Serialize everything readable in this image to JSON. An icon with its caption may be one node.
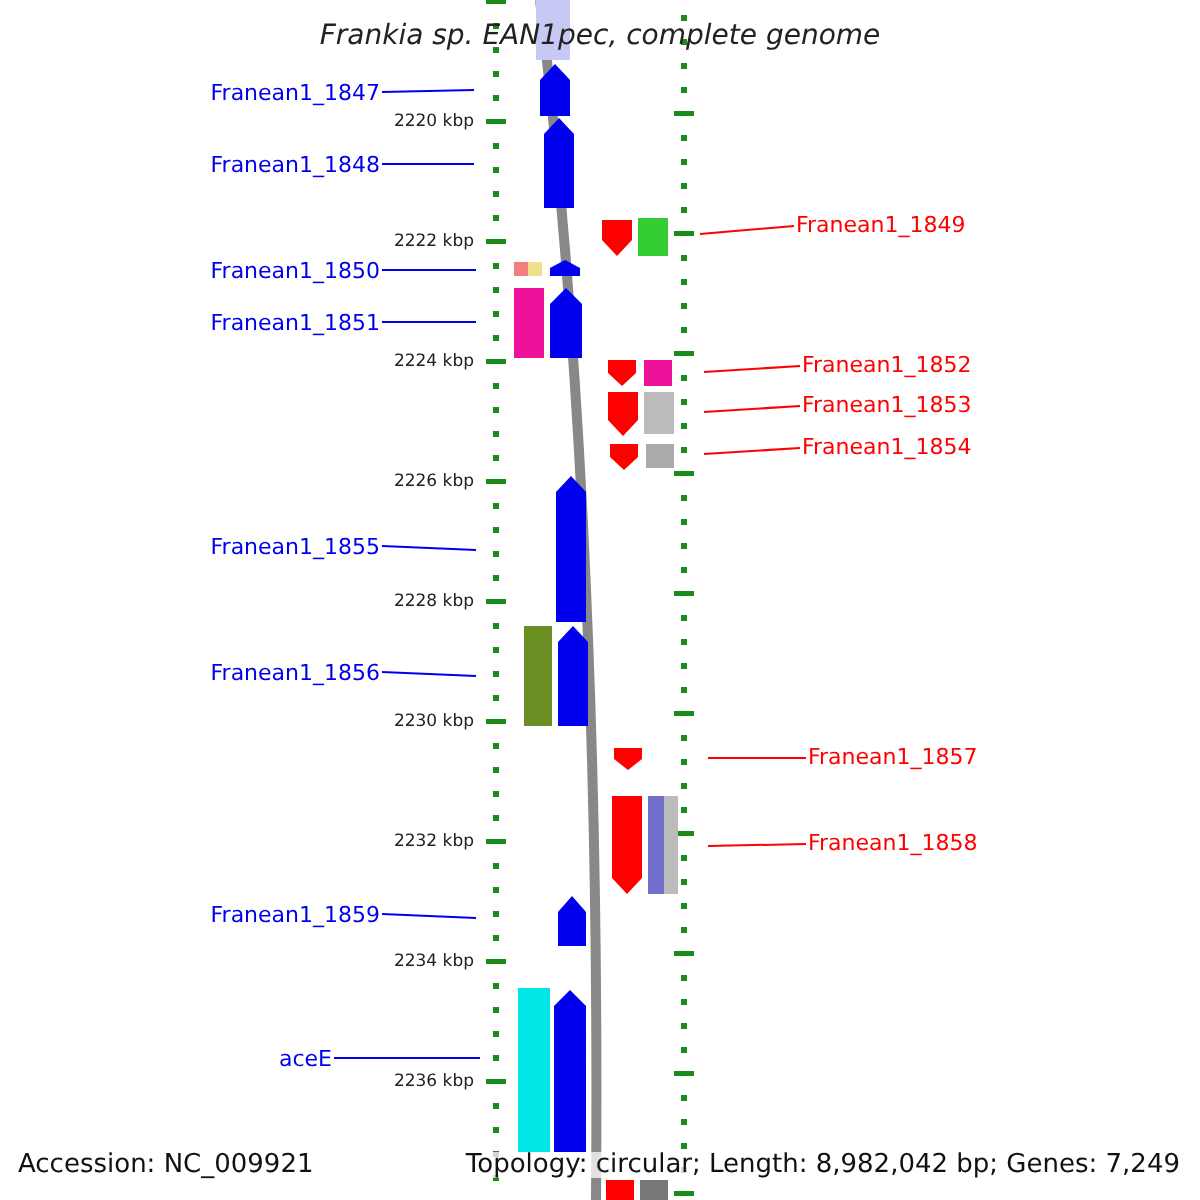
{
  "diagram": {
    "title": "Frankia sp. EAN1pec, complete genome",
    "nodes": [
      {
        "text": [
          "Franean1_1847"
        ]
      },
      {
        "text": [
          "Franean1_1848"
        ]
      },
      {
        "text": [
          "Franean1_1849"
        ]
      },
      {
        "text": [
          "Franean1_1850"
        ]
      },
      {
        "text": [
          "Franean1_1851"
        ]
      },
      {
        "text": [
          "Franean1_1852"
        ]
      },
      {
        "text": [
          "Franean1_1853"
        ]
      },
      {
        "text": [
          "Franean1_1854"
        ]
      },
      {
        "text": [
          "Franean1_1855"
        ]
      },
      {
        "text": [
          "Franean1_1856"
        ]
      },
      {
        "text": [
          "Franean1_1857"
        ]
      },
      {
        "text": [
          "Franean1_1858"
        ]
      },
      {
        "text": [
          "Franean1_1859"
        ]
      },
      {
        "text": [
          "aceE"
        ]
      }
    ],
    "edges": [
      {
        "from": 0,
        "to": null,
        "arrow": "none"
      },
      {
        "from": 1,
        "to": null,
        "arrow": "none"
      },
      {
        "from": 2,
        "to": null,
        "arrow": "none",
        "color": "#ff0000"
      },
      {
        "from": 3,
        "to": null,
        "arrow": "none"
      },
      {
        "from": 4,
        "to": null,
        "arrow": "none"
      },
      {
        "from": 5,
        "to": null,
        "arrow": "none",
        "color": "#ff0000"
      },
      {
        "from": 6,
        "to": null,
        "arrow": "none",
        "color": "#ff0000"
      },
      {
        "from": 7,
        "to": null,
        "arrow": "none",
        "color": "#ff0000"
      },
      {
        "from": 8,
        "to": null,
        "arrow": "none"
      },
      {
        "from": 9,
        "to": null,
        "arrow": "none"
      },
      {
        "from": 10,
        "to": null,
        "arrow": "none",
        "color": "#ff0000"
      },
      {
        "from": 11,
        "to": null,
        "arrow": "none",
        "color": "#ff0000"
      },
      {
        "from": 12,
        "to": null,
        "arrow": "none"
      },
      {
        "from": 13,
        "to": null,
        "arrow": "none"
      }
    ],
    "labels": [
      "2220 kbp",
      "2222 kbp",
      "2224 kbp",
      "2226 kbp",
      "2228 kbp",
      "2230 kbp",
      "2232 kbp",
      "2234 kbp",
      "2236 kbp",
      "Accession: NC_009921",
      "Topology: circular; Length: 8,982,042 bp; Genes: 7,249"
    ]
  }
}
